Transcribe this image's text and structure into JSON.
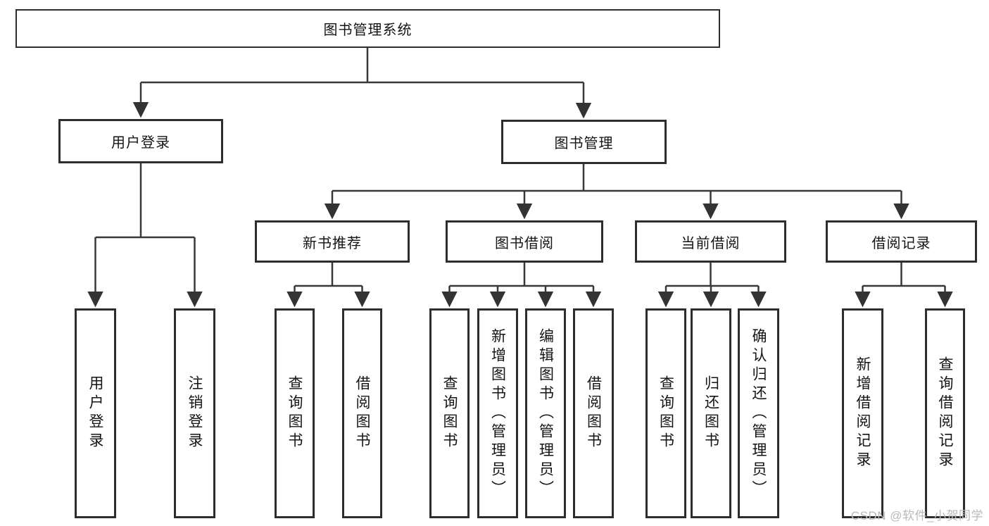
{
  "diagram": {
    "root_label": "图书管理系统",
    "user_login": {
      "label": "用户登录",
      "children": [
        "用户登录",
        "注销登录"
      ]
    },
    "book_mgmt": {
      "label": "图书管理",
      "sections": [
        {
          "label": "新书推荐",
          "children": [
            "查询图书",
            "借阅图书"
          ]
        },
        {
          "label": "图书借阅",
          "children": [
            "查询图书",
            "新增图书（管理员）",
            "编辑图书（管理员）",
            "借阅图书"
          ]
        },
        {
          "label": "当前借阅",
          "children": [
            "查询图书",
            "归还图书",
            "确认归还（管理员）"
          ]
        },
        {
          "label": "借阅记录",
          "children": [
            "新增借阅记录",
            "查询借阅记录"
          ]
        }
      ]
    }
  },
  "watermark": "CSDN @软件_小贺同学",
  "colors": {
    "line": "#383838",
    "border": "#2d2d2d",
    "text": "#141414",
    "watermark": "#b9b9bd",
    "background": "#ffffff"
  }
}
